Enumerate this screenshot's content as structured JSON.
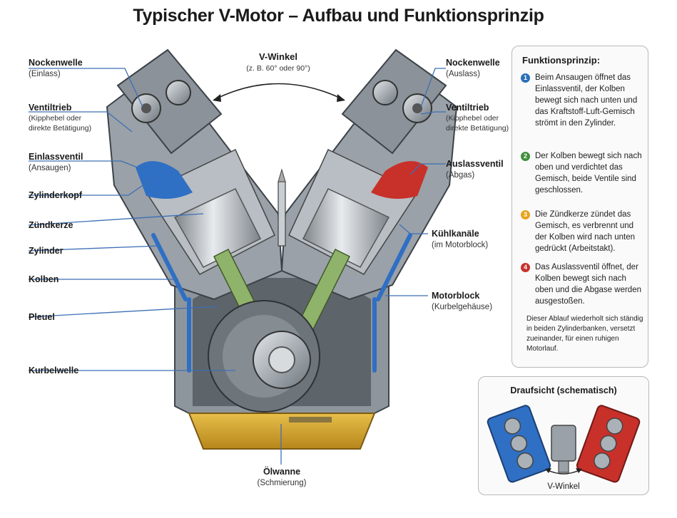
{
  "title": "Typischer V-Motor – Aufbau und Funktionsprinzip",
  "v_winkel": {
    "title": "V-Winkel",
    "note": "(z. B. 60° oder 90°)"
  },
  "left_labels": [
    {
      "title": "Nockenwelle",
      "sub": "(Einlass)"
    },
    {
      "title": "Ventiltrieb",
      "sub": "(Kipphebel oder",
      "sub2": "direkte Betätigung)"
    },
    {
      "title": "Einlassventil",
      "sub": "(Ansaugen)"
    },
    {
      "title": "Zylinderkopf"
    },
    {
      "title": "Zündkerze"
    },
    {
      "title": "Zylinder"
    },
    {
      "title": "Kolben"
    },
    {
      "title": "Pleuel"
    },
    {
      "title": "Kurbelwelle"
    }
  ],
  "right_labels": [
    {
      "title": "Nockenwelle",
      "sub": "(Auslass)"
    },
    {
      "title": "Ventiltrieb",
      "sub": "(Kipphebel oder",
      "sub2": "direkte Betätigung)"
    },
    {
      "title": "Auslassventil",
      "sub": "(Abgas)"
    },
    {
      "title": "Kühlkanäle",
      "sub": "(im Motorblock)"
    },
    {
      "title": "Motorblock",
      "sub": "(Kurbelgehäuse)"
    }
  ],
  "bottom_label": {
    "title": "Ölwanne",
    "sub": "(Schmierung)"
  },
  "panel": {
    "title": "Funktionsprinzip:",
    "steps": [
      {
        "num": "1",
        "color": "#2a6fb8",
        "text": "Beim Ansaugen öffnet das Einlassventil, der Kolben bewegt sich nach unten und das Kraftstoff-Luft-Gemisch strömt in den Zylinder."
      },
      {
        "num": "2",
        "color": "#3f8f3a",
        "text": "Der Kolben bewegt sich nach oben und verdichtet das Gemisch, beide Ventile sind geschlossen."
      },
      {
        "num": "3",
        "color": "#e8a21c",
        "text": "Die Zündkerze zündet das Gemisch, es verbrennt und der Kolben wird nach unten gedrückt (Arbeitstakt)."
      },
      {
        "num": "4",
        "color": "#c9302c",
        "text": "Das Auslassventil öffnet, der Kolben bewegt sich nach oben und die Abgase werden ausgestoßen."
      }
    ],
    "summary": "Dieser Ablauf wiederholt sich ständig in beiden Zylinderbanken, versetzt zueinander, für einen ruhigen Motorlauf."
  },
  "top_view": {
    "title": "Draufsicht (schematisch)",
    "label": "V-Winkel"
  },
  "colors": {
    "intake": "#2f6fc4",
    "exhaust": "#c8302a",
    "rod": "#8fb36a",
    "oil": "#d9a62e",
    "block": "#a9b0b6",
    "leader": "#3d6fb5"
  }
}
